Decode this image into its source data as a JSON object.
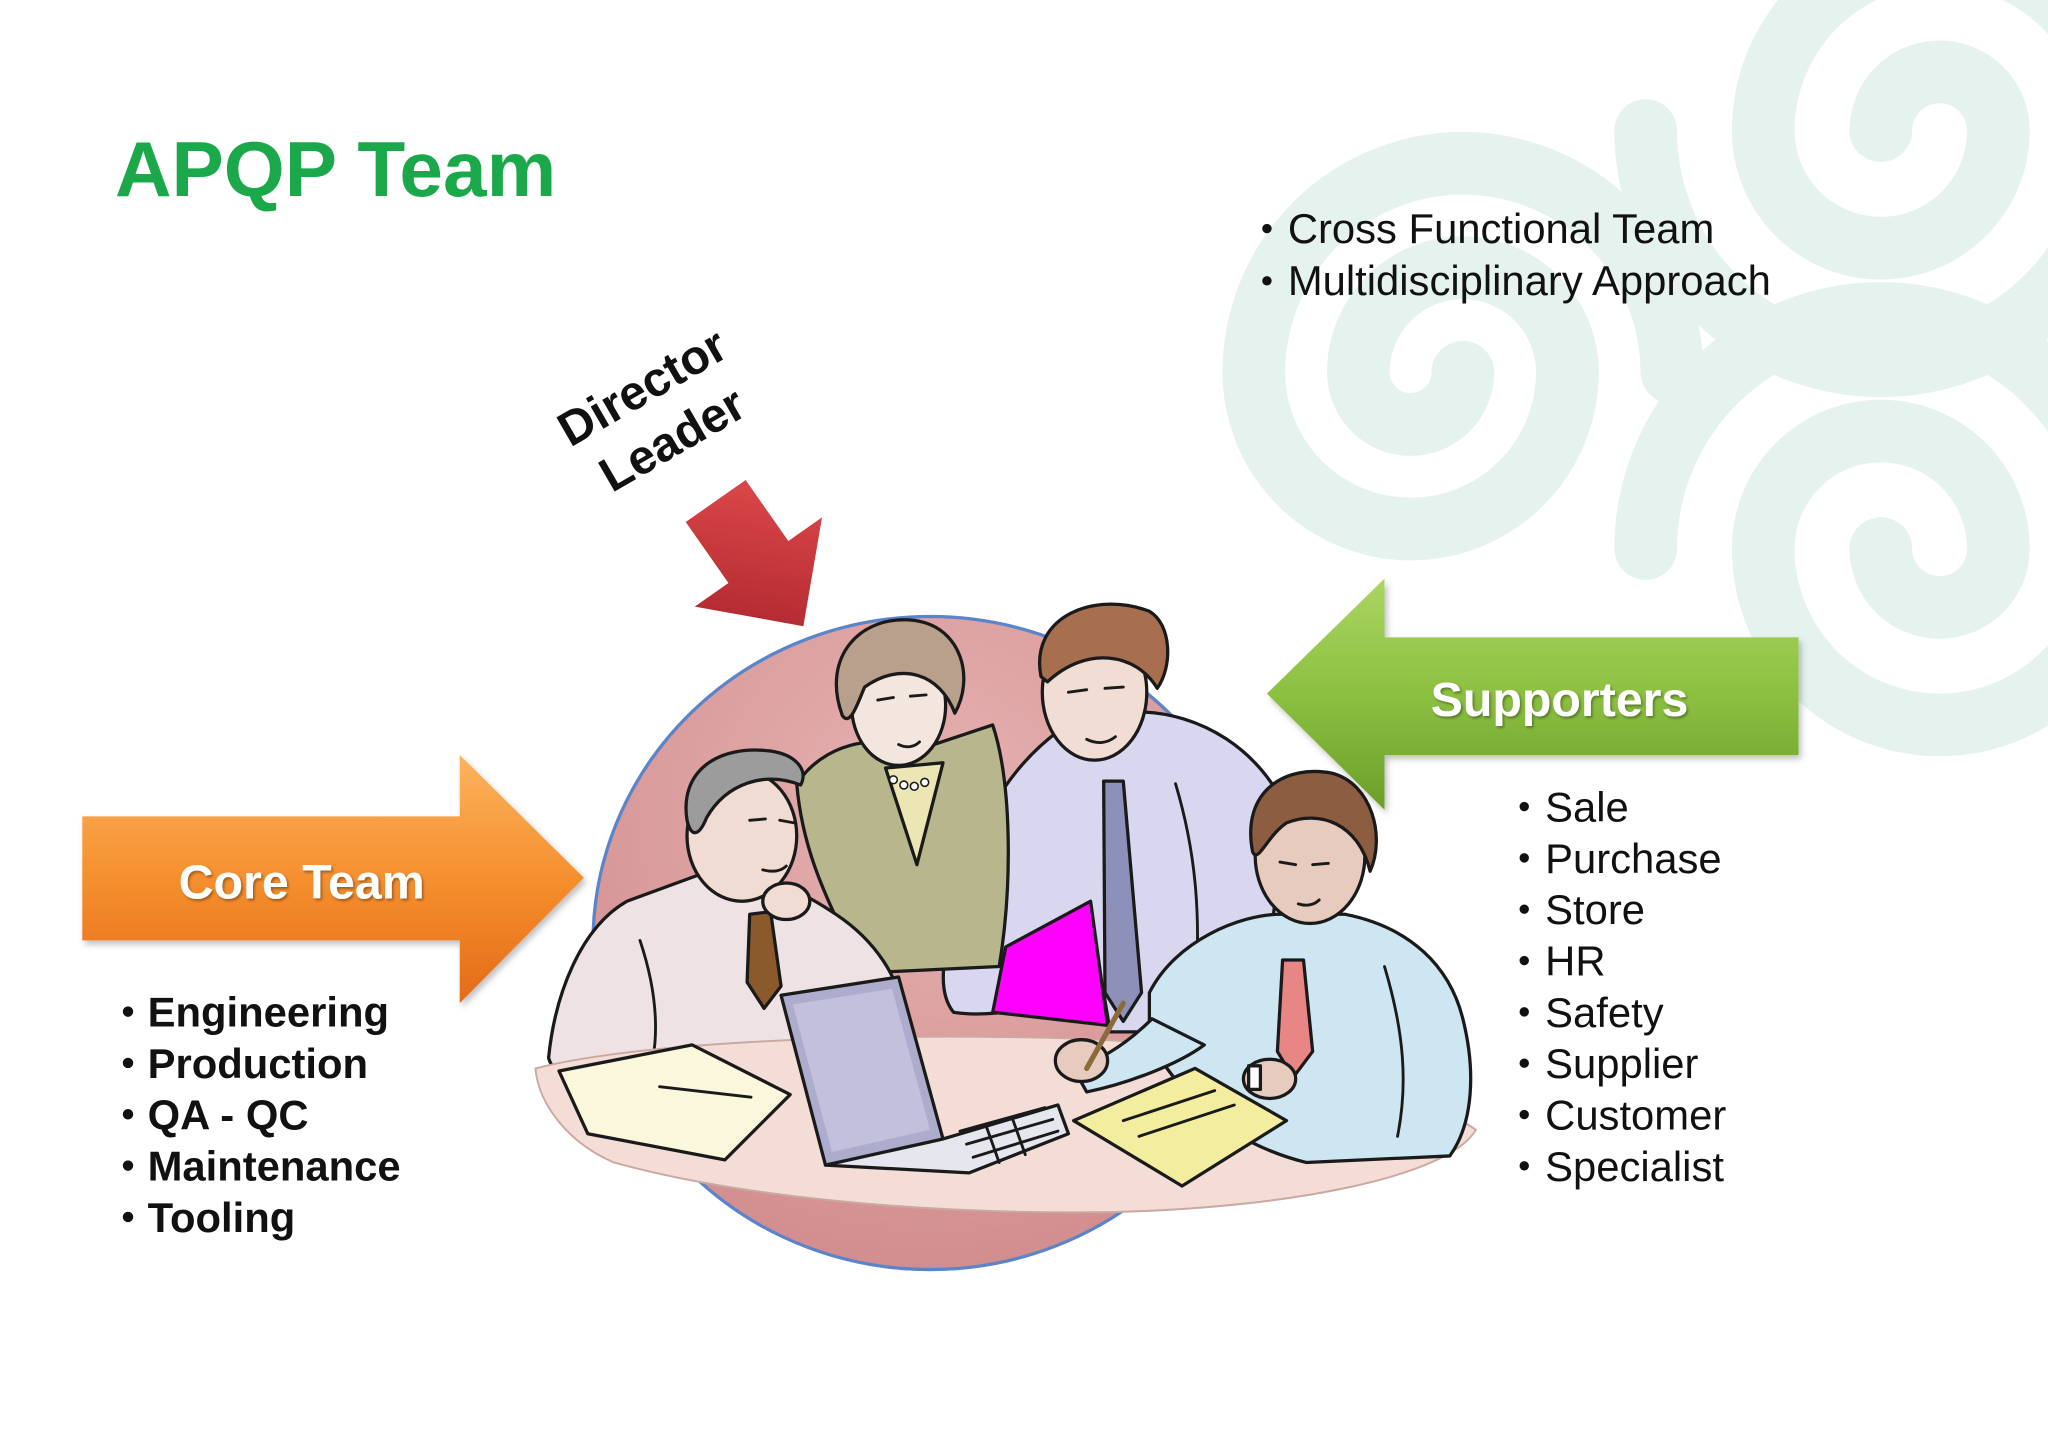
{
  "slide": {
    "title": "APQP Team",
    "colors": {
      "title": "#1ba84b",
      "core_arrow": "#f58f2e",
      "supporters_arrow": "#8cc041",
      "director_arrow": "#c8302f",
      "circle": "#d99a9b",
      "swirl": "#e5f2ed"
    }
  },
  "team_traits": [
    "Cross Functional Team",
    "Multidisciplinary Approach"
  ],
  "director": {
    "lines": [
      "Director",
      "Leader"
    ]
  },
  "core_team": {
    "label": "Core Team",
    "items": [
      "Engineering",
      "Production",
      "QA - QC",
      "Maintenance",
      "Tooling"
    ]
  },
  "supporters": {
    "label": "Supporters",
    "items": [
      "Sale",
      "Purchase",
      "Store",
      "HR",
      "Safety",
      "Supplier",
      "Customer",
      "Specialist"
    ]
  },
  "illustration": {
    "icon": "team-meeting-clipart"
  }
}
